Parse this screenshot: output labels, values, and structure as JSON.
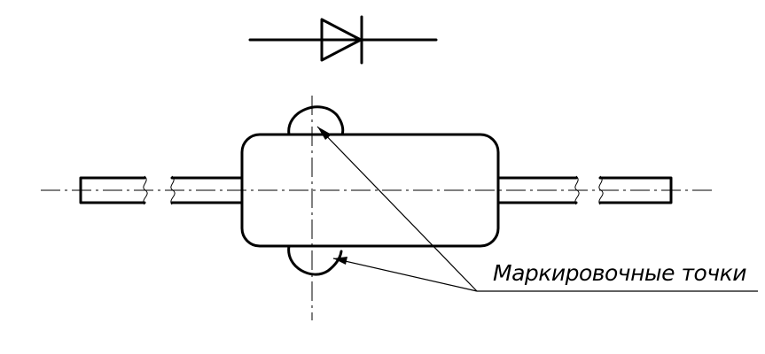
{
  "figure": {
    "callout_label": "Маркировочные точки",
    "symbol": "diode-symbol",
    "component": "diode-body"
  },
  "colors": {
    "line": "#000000",
    "background": "#ffffff"
  }
}
